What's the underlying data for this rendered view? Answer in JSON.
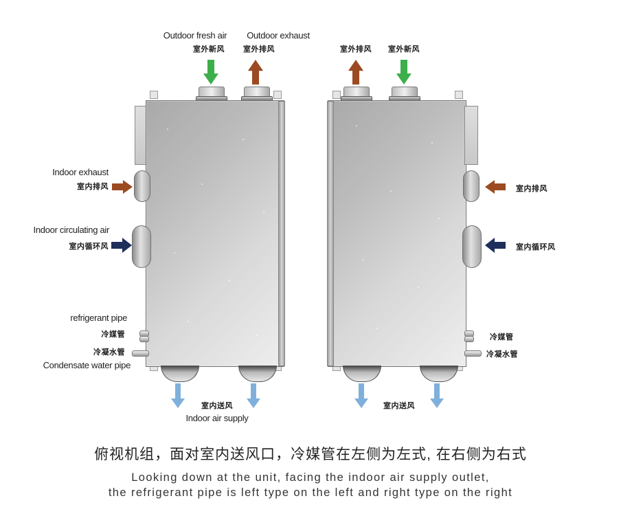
{
  "colors": {
    "fresh_air_arrow": "#3cae4a",
    "exhaust_arrow": "#9c4a22",
    "circulating_arrow": "#1e2f5c",
    "supply_arrow": "#7fb0dc"
  },
  "left_unit": {
    "top_labels": {
      "fresh_air_en": "Outdoor fresh air",
      "fresh_air_cn": "室外新风",
      "exhaust_en": "Outdoor exhaust",
      "exhaust_cn": "室外排风"
    },
    "indoor_exhaust_en": "Indoor exhaust",
    "indoor_exhaust_cn": "室内排风",
    "circulating_en": "Indoor circulating air",
    "circulating_cn": "室内循环风",
    "refrigerant_en": "refrigerant pipe",
    "refrigerant_cn": "冷媒管",
    "condensate_cn": "冷凝水管",
    "condensate_en": "Condensate water pipe",
    "supply_cn": "室内送风",
    "supply_en": "Indoor air supply"
  },
  "right_unit": {
    "exhaust_cn": "室外排风",
    "fresh_air_cn": "室外新风",
    "indoor_exhaust_cn": "室内排风",
    "circulating_cn": "室内循环风",
    "refrigerant_cn": "冷媒管",
    "condensate_cn": "冷凝水管",
    "supply_cn": "室内送风"
  },
  "caption": {
    "cn": "俯视机组，面对室内送风口，冷媒管在左侧为左式, 在右侧为右式",
    "en_line1": "Looking down at the unit, facing the indoor air supply outlet,",
    "en_line2": "the refrigerant pipe is left type on the left and right type on the right"
  }
}
